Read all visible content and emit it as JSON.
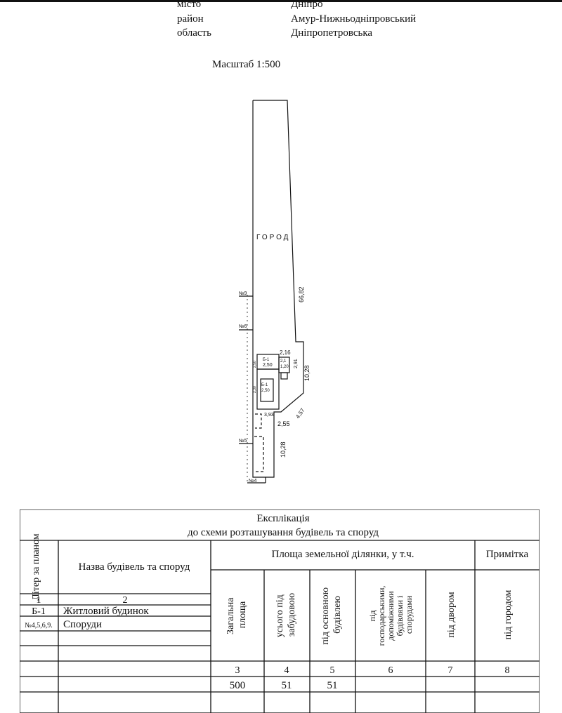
{
  "location": {
    "city_label": "місто",
    "city_value": "Дніпро",
    "district_label": "район",
    "district_value": "Амур-Нижньодніпровський",
    "region_label": "область",
    "region_value": "Дніпропетровська"
  },
  "scale": "Масштаб 1:500",
  "plan": {
    "garden_label": "ГОРОД",
    "side_length": "66,82",
    "neighbor_9": "№9",
    "neighbor_6": "№6",
    "neighbor_5": "№5",
    "neighbor_4": "№4",
    "building_label": "Б-1",
    "building_height": "2,50",
    "extension_label": "Б-1",
    "extension_height": "2,50",
    "dim_216": "2,16",
    "dim_291": "2,91",
    "dim_1028_top": "10,28",
    "dim_457": "4,57",
    "dim_255": "2,55",
    "dim_393": "3,93",
    "dim_1028_bottom": "10,28",
    "small_label_a": "2,1",
    "small_label_b": "1,20",
    "small_label_c": "2,50",
    "small_label_d": "2,30"
  },
  "explication": {
    "title": "Експлікація",
    "subtitle": "до схеми розташування будівель та споруд",
    "col_liter": "Літер за планом",
    "col_name": "Назва будівель та споруд",
    "col_area_group": "Площа земельної ділянки, у т.ч.",
    "col_note_group": "Примітка",
    "col_total": "Загальна площа",
    "col_built": "усього під забудовою",
    "col_main": "під основною будівлею",
    "col_aux": "під господарськими, допоміжними будівлями і спорудами",
    "col_yard": "під двором",
    "col_garden": "під городом",
    "num_1": "1",
    "num_2": "2",
    "num_3": "3",
    "num_4": "4",
    "num_5": "5",
    "num_6": "6",
    "num_7": "7",
    "num_8": "8",
    "row1_liter": "Б-1",
    "row1_name": "Житловий будинок",
    "row2_liter": "№4,5,6,9.",
    "row2_name": "Споруди",
    "total_area": "500",
    "built_area": "51",
    "main_area": "51"
  }
}
